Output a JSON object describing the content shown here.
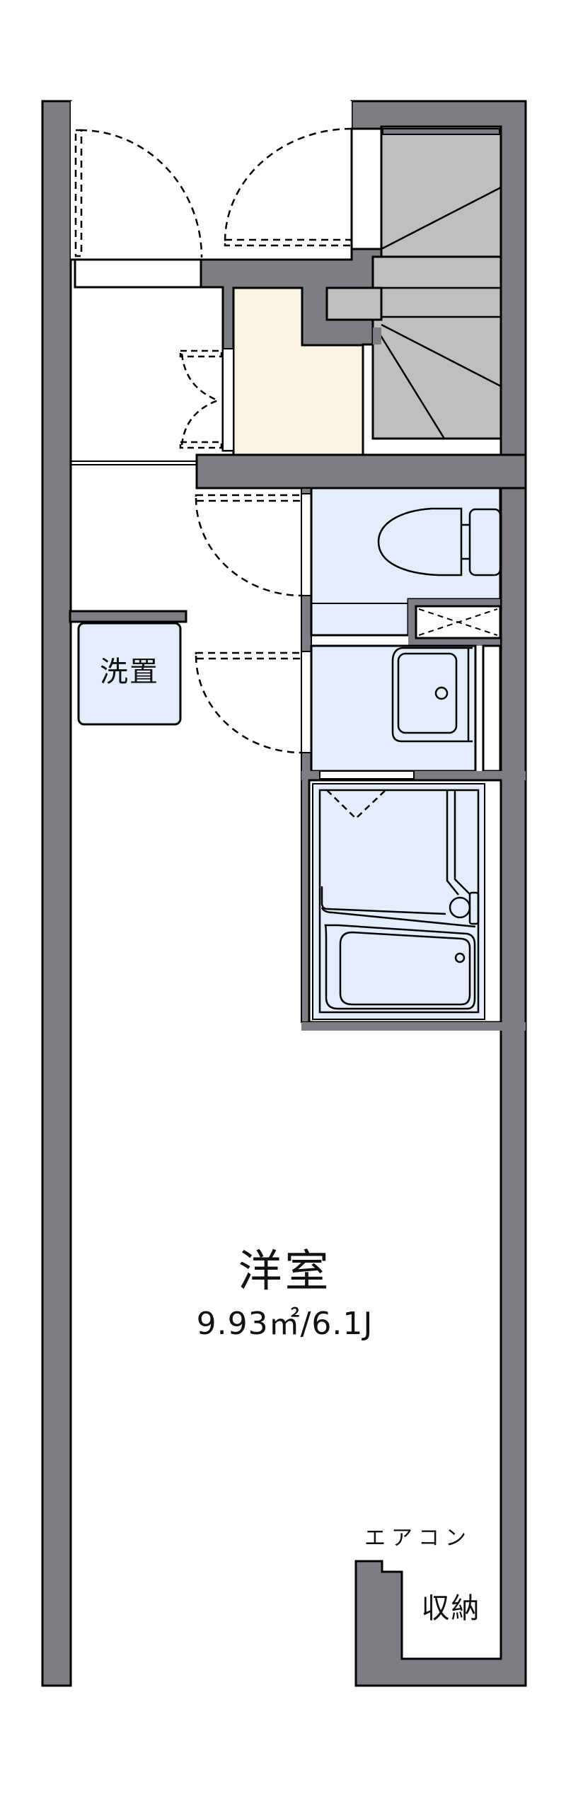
{
  "floorplan": {
    "colors": {
      "wall": "#7e7e82",
      "stairs": "#bfbfbf",
      "wet_area": "#e3edfb",
      "storage": "#fdf3e2",
      "floor": "#ffffff",
      "line": "#000000"
    },
    "rooms": {
      "western_room": {
        "name": "洋室",
        "area": "9.93㎡/6.1J"
      }
    },
    "fixtures": {
      "washer_space": "洗置",
      "air_conditioner": "エアコン",
      "storage": "収納"
    },
    "icons": [
      "staircase-icon",
      "toilet-icon",
      "washbasin-icon",
      "bathtub-icon",
      "stove-icon",
      "kitchen-sink-icon",
      "pipe-space-icon",
      "door-swing-icon",
      "sliding-window-icon",
      "outdoor-unit-icon"
    ]
  }
}
